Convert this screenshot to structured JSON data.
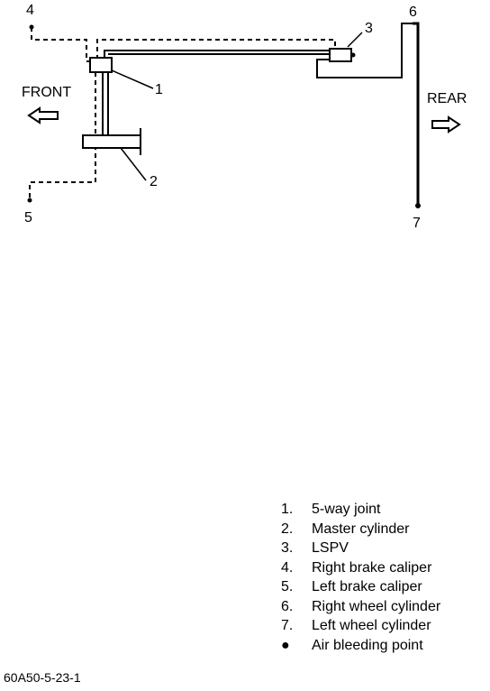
{
  "labels": {
    "front": "FRONT",
    "rear": "REAR",
    "n1": "1",
    "n2": "2",
    "n3": "3",
    "n4": "4",
    "n5": "5",
    "n6": "6",
    "n7": "7"
  },
  "legend": [
    {
      "num": "1.",
      "text": "5-way joint"
    },
    {
      "num": "2.",
      "text": "Master cylinder"
    },
    {
      "num": "3.",
      "text": "LSPV"
    },
    {
      "num": "4.",
      "text": "Right brake caliper"
    },
    {
      "num": "5.",
      "text": "Left brake caliper"
    },
    {
      "num": "6.",
      "text": "Right wheel cylinder"
    },
    {
      "num": "7.",
      "text": "Left wheel cylinder"
    }
  ],
  "legend_bleed": {
    "symbol": "●",
    "text": "Air bleeding point"
  },
  "figure_code": "60A50-5-23-1"
}
